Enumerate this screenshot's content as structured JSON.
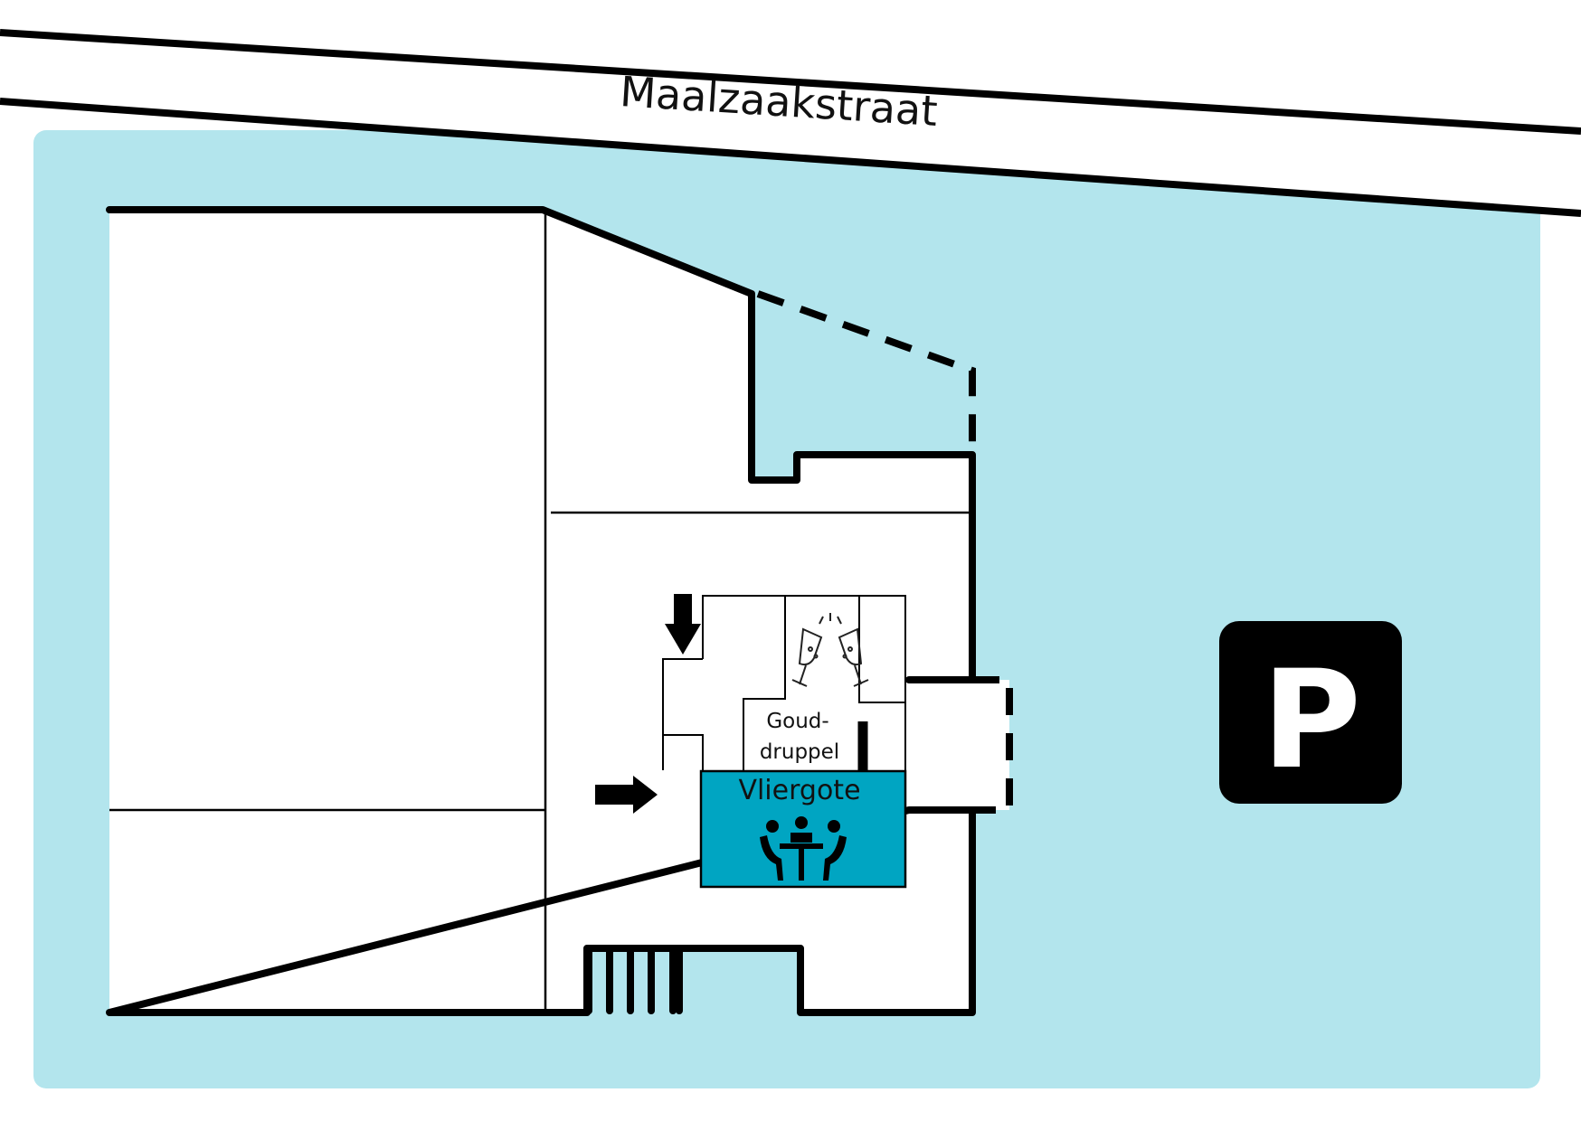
{
  "street": {
    "name": "Maalzaakstraat"
  },
  "rooms": {
    "goud": {
      "line1": "Goud-",
      "line2": "druppel"
    },
    "vlier": {
      "name": "Vliergote"
    }
  },
  "icons": {
    "toast": "champagne-toast-icon",
    "meeting": "meeting-table-icon",
    "parking": "parking-icon",
    "entrance_arrows": "arrow-icon"
  },
  "parking": {
    "label": "P"
  },
  "colors": {
    "area": "#b3e5ed",
    "room_accent": "#00a5c2",
    "outline": "#000000",
    "building": "#ffffff"
  }
}
